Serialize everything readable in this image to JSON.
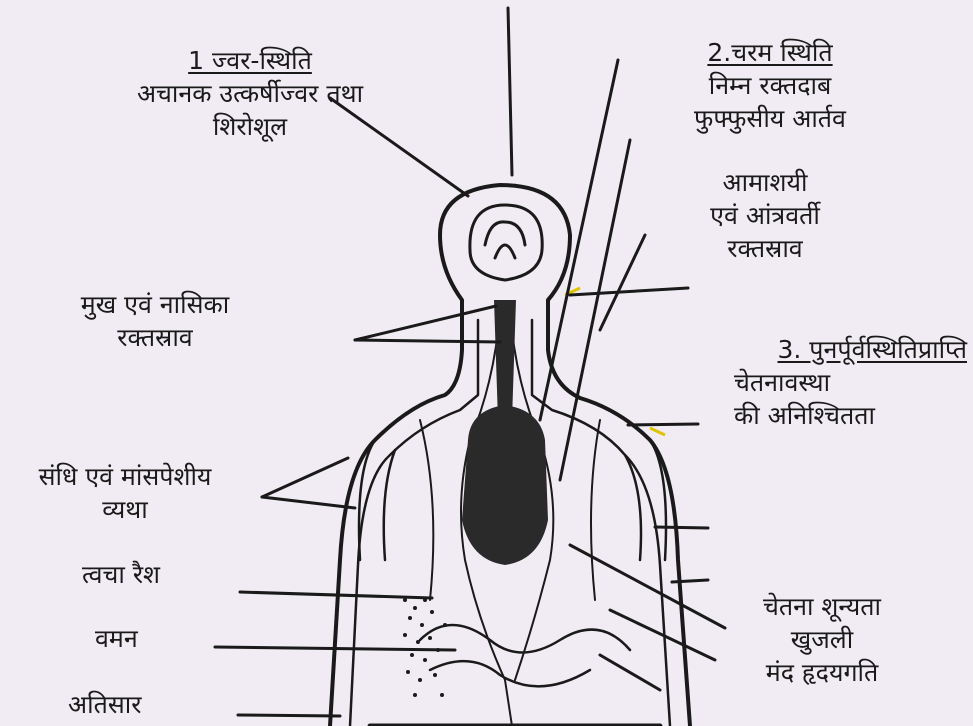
{
  "stage1": {
    "heading": "1 ज्वर-स्थिति",
    "line1": "अचानक उत्कर्षीज्वर तथा",
    "line2": "शिरोशूल"
  },
  "stage2": {
    "heading": "2.चरम स्थिति",
    "line1": "निम्न रक्तदाब",
    "line2": "फुफ्फुसीय आर्तव",
    "line3": "आमाशयी",
    "line4": "एवं आंत्रवर्ती",
    "line5": "रक्तस्राव"
  },
  "stage3": {
    "heading": "3. पुनर्पूर्वस्थितिप्राप्ति",
    "line1": "चेतनावस्था",
    "line2": "की अनिश्चितता"
  },
  "left_labels": {
    "bleeding_line1": "मुख एवं नासिका",
    "bleeding_line2": "रक्तस्राव",
    "pain_line1": "संधि एवं मांसपेशीय",
    "pain_line2": "व्यथा",
    "rash": "त्वचा रैश",
    "vomiting": "वमन",
    "diarrhea": "अतिसार"
  },
  "right_labels": {
    "unconscious": "चेतना शून्यता",
    "itching": "खुजली",
    "bradycardia": "मंद हृदयगति"
  },
  "colors": {
    "background": "#f1ecf4",
    "ink": "#1a1a1a",
    "accent_yellow": "#e0c400"
  }
}
